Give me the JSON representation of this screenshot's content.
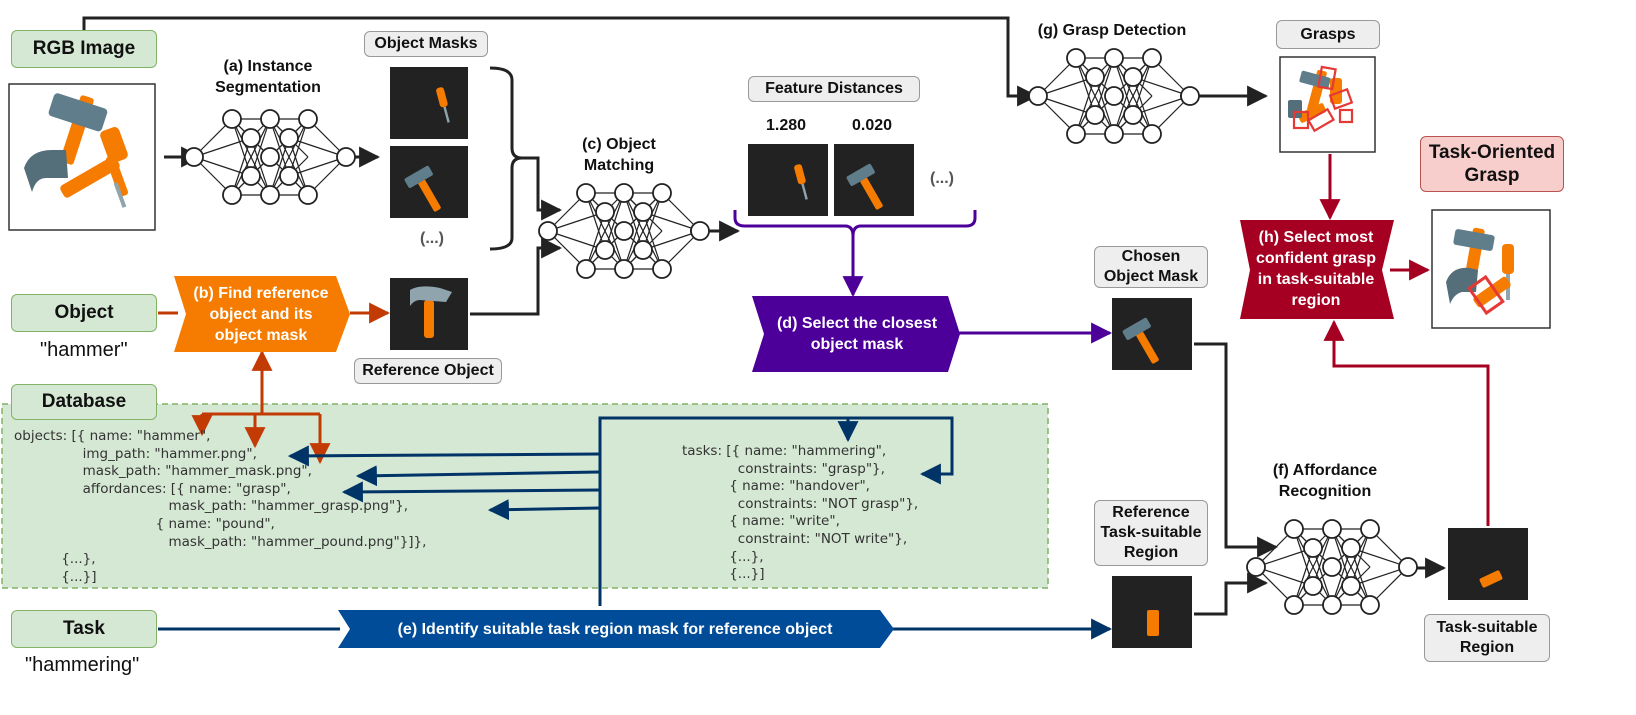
{
  "inputs": {
    "rgb_image": "RGB Image",
    "object": "Object",
    "object_value": "\"hammer\"",
    "database": "Database",
    "task": "Task",
    "task_value": "\"hammering\""
  },
  "steps": {
    "a": "(a) Instance\nSegmentation",
    "b": "(b) Find reference\nobject and its\nobject mask",
    "c": "(c) Object\nMatching",
    "d": "(d) Select the closest\nobject mask",
    "e": "(e) Identify suitable task region mask for reference object",
    "f": "(f) Affordance\nRecognition",
    "g": "(g) Grasp Detection",
    "h": "(h) Select most\nconfident grasp\nin task-suitable\nregion"
  },
  "labels": {
    "object_masks": "Object Masks",
    "reference_object": "Reference Object",
    "feature_distances": "Feature Distances",
    "grasps": "Grasps",
    "chosen_object_mask": "Chosen\nObject Mask",
    "reference_task_region": "Reference\nTask-suitable\nRegion",
    "task_suitable_region": "Task-suitable\nRegion",
    "task_oriented_grasp": "Task-Oriented\nGrasp",
    "ellipsis": "(...)"
  },
  "feature_distances": [
    "1.280",
    "0.020"
  ],
  "database": {
    "objects_code": "objects: [{ name: \"hammer\",\n                img_path: \"hammer.png\",\n                mask_path: \"hammer_mask.png\",\n                affordances: [{ name: \"grasp\",\n                                    mask_path: \"hammer_grasp.png\"},\n                                 { name: \"pound\",\n                                    mask_path: \"hammer_pound.png\"}]},\n           {...},\n           {...}]",
    "tasks_code": "tasks: [{ name: \"hammering\",\n             constraints: \"grasp\"},\n           { name: \"handover\",\n             constraints: \"NOT grasp\"},\n           { name: \"write\",\n             constraint: \"NOT write\"},\n           {...},\n           {...}]"
  },
  "colors": {
    "orange_step": "#f57c00",
    "purple_step": "#4c0099",
    "blue_step": "#004c99",
    "red_step": "#a50021",
    "input_fill": "#d5e8d4",
    "input_border": "#82b366",
    "output_fill": "#f8cecc",
    "output_border": "#b85450"
  },
  "icons": [
    "hammer-icon",
    "screwdriver-icon",
    "neural-network-icon",
    "grasp-rectangle-icon"
  ]
}
